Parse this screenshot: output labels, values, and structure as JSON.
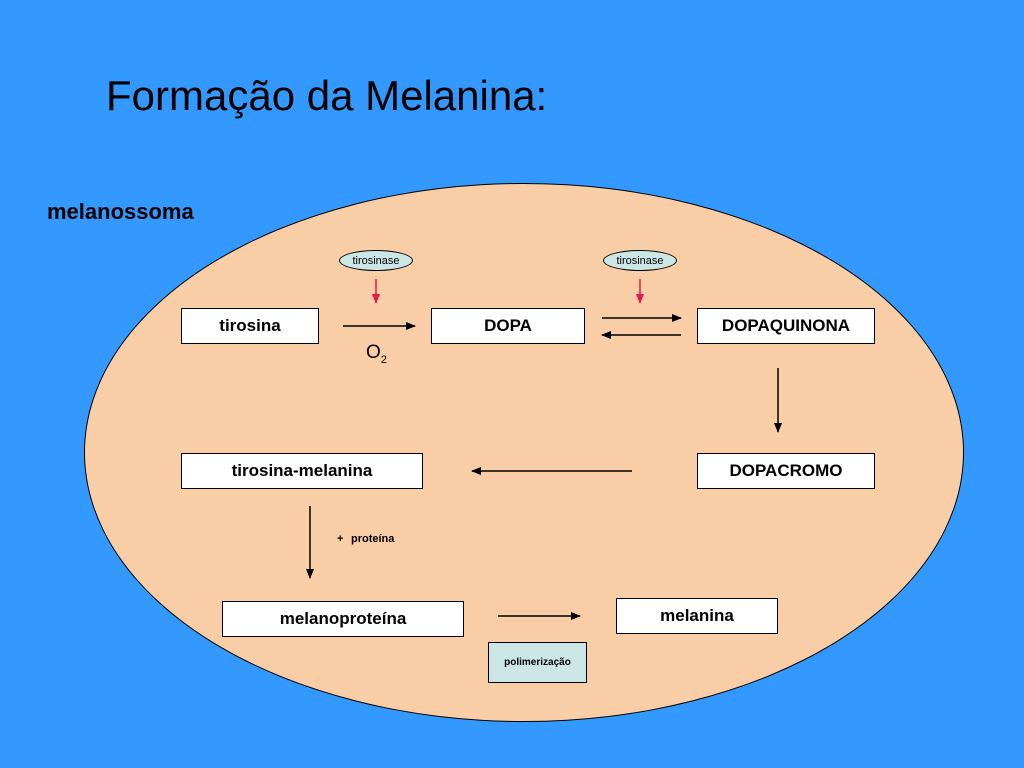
{
  "title": "Formação da Melanina:",
  "container_label": "melanossoma",
  "nodes": {
    "tirosina": "tirosina",
    "dopa": "DOPA",
    "dopaquinona": "DOPAQUINONA",
    "dopacromo": "DOPACROMO",
    "tirosina_melanina": "tirosina-melanina",
    "melanoproteina": "melanoproteína",
    "melanina": "melanina"
  },
  "enzymes": {
    "enzyme_1": "tirosinase",
    "enzyme_2": "tirosinase"
  },
  "annotations": {
    "oxygen": "O",
    "oxygen_subscript": "2",
    "protein_plus": "+",
    "protein": "proteína",
    "polymerization": "polimerização"
  },
  "colors": {
    "background": "#3399ff",
    "cell": "#f9cda6",
    "enzyme_fill": "#cce6e6",
    "enzyme_arrow": "#e6194b"
  }
}
